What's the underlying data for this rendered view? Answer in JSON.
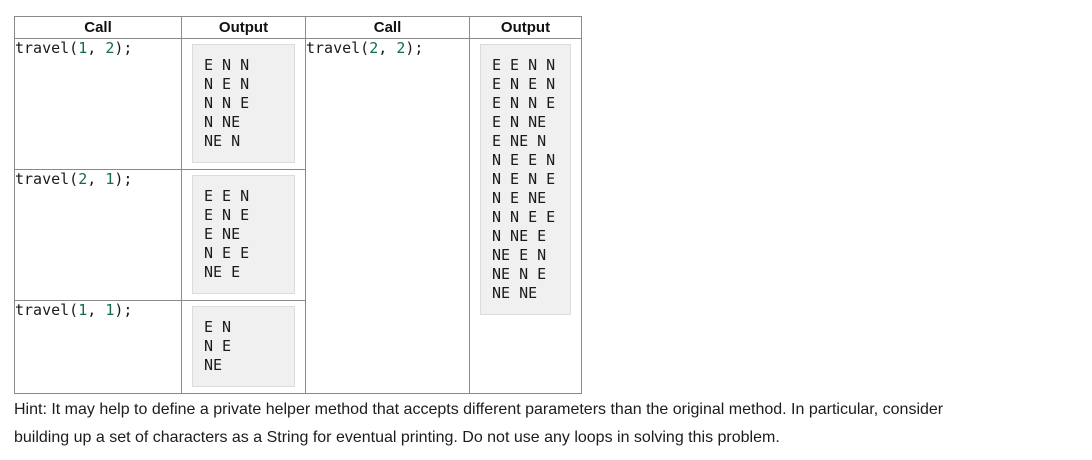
{
  "colors": {
    "table_border": "#8a8a8a",
    "output_background": "#f0f0f0",
    "output_border": "#dcdcdc",
    "code_number": "#146950",
    "code_text": "#1b1b1b",
    "body_text": "#1c1c1e"
  },
  "table": {
    "headers": [
      "Call",
      "Output",
      "Call",
      "Output"
    ],
    "rows": [
      {
        "call": {
          "pre": "travel(",
          "a1": "1",
          "comma": ", ",
          "a2": "2",
          "post": ");"
        },
        "output": "E N N\nN E N\nN N E\nN NE\nNE N"
      },
      {
        "call": {
          "pre": "travel(",
          "a1": "2",
          "comma": ", ",
          "a2": "1",
          "post": ");"
        },
        "output": "E E N\nE N E\nE NE\nN E E\nNE E"
      },
      {
        "call": {
          "pre": "travel(",
          "a1": "1",
          "comma": ", ",
          "a2": "1",
          "post": ");"
        },
        "output": "E N\nN E\nNE"
      },
      {
        "call": {
          "pre": "travel(",
          "a1": "2",
          "comma": ", ",
          "a2": "2",
          "post": ");"
        },
        "output": "E E N N\nE N E N\nE N N E\nE N NE\nE NE N\nN E E N\nN E N E\nN E NE\nN N E E\nN NE E\nNE E N\nNE N E\nNE NE"
      }
    ]
  },
  "hint": {
    "line1": "Hint: It may help to define a private helper method that accepts different parameters than the original method. In particular, consider",
    "line2": "building up a set of characters as a String for eventual printing. Do not use any loops in solving this problem."
  }
}
